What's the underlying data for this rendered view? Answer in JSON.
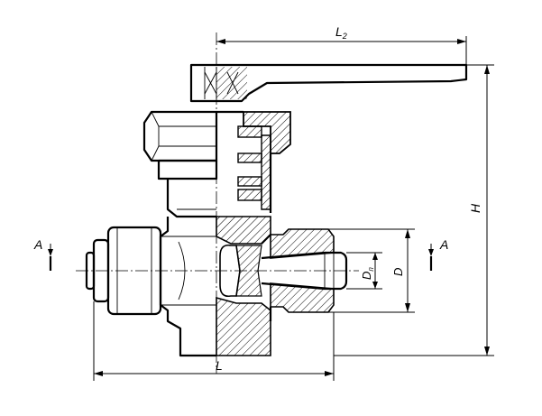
{
  "labels": {
    "l2": "L",
    "l2_sub": "2",
    "l": "L",
    "h": "H",
    "dn": "D",
    "dn_sub": "п",
    "d": "D",
    "section_left": "A",
    "section_right": "A"
  }
}
